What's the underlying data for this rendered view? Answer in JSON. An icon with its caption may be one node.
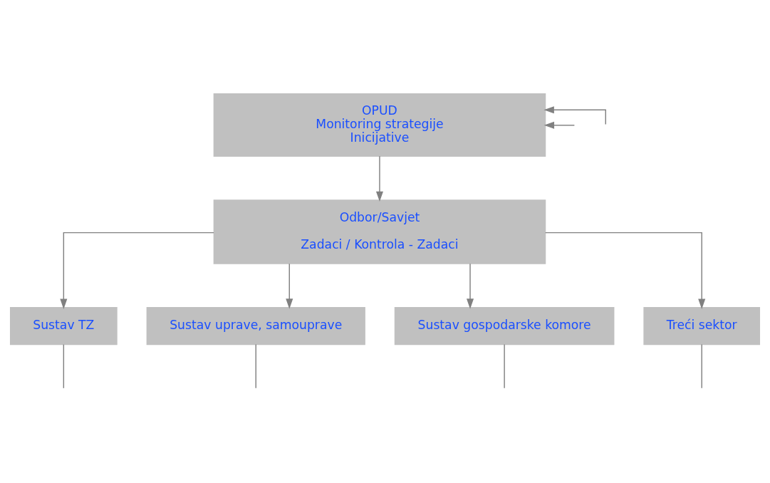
{
  "diagram": {
    "nodes": [
      {
        "text": [
          "OPUD",
          "Monitoring strategije",
          "Inicijative"
        ]
      },
      {
        "text": [
          "Odbor/Savjet",
          "Zadaci / Kontrola - Zadaci"
        ]
      },
      {
        "text": [
          "Sustav TZ"
        ]
      },
      {
        "text": [
          "Sustav uprave, samouprave"
        ]
      },
      {
        "text": [
          "Sustav gospodarske komore"
        ]
      },
      {
        "text": [
          "Treći sektor"
        ]
      }
    ],
    "edges": [
      {
        "from": null,
        "to": 0,
        "arrow": "to"
      },
      {
        "from": null,
        "to": 0,
        "arrow": "to"
      },
      {
        "from": 0,
        "to": 1,
        "arrow": "to"
      },
      {
        "from": 1,
        "to": 2,
        "arrow": "to"
      },
      {
        "from": 1,
        "to": 3,
        "arrow": "to"
      },
      {
        "from": 1,
        "to": 4,
        "arrow": "to"
      },
      {
        "from": 1,
        "to": 5,
        "arrow": "to"
      },
      {
        "from": 2,
        "to": null,
        "arrow": "none"
      },
      {
        "from": 3,
        "to": null,
        "arrow": "none"
      },
      {
        "from": 4,
        "to": null,
        "arrow": "none"
      },
      {
        "from": 5,
        "to": null,
        "arrow": "none"
      }
    ]
  }
}
